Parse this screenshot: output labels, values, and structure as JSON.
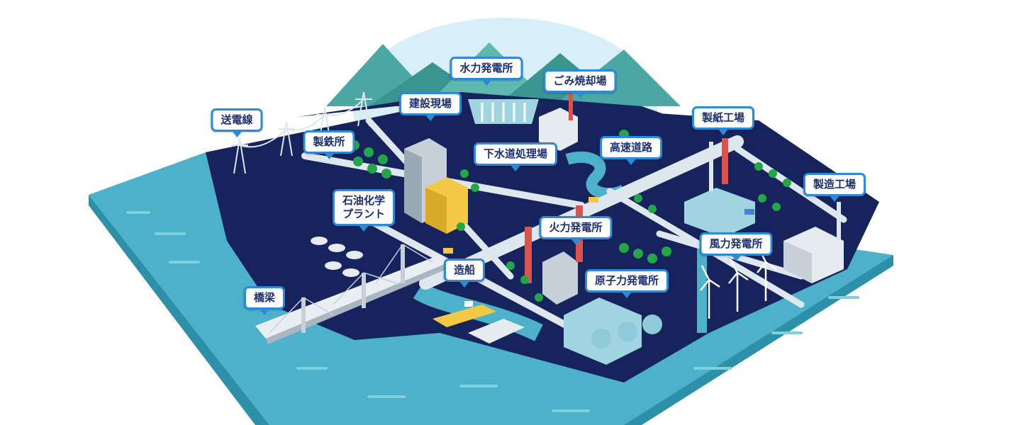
{
  "palette": {
    "sea": "#4cb1c9",
    "sea_dark": "#2e8fa8",
    "land": "#16235c",
    "road": "#dfe7ee",
    "mountain": "#4aa7a3",
    "sky": "#d8eef8",
    "tree": "#25a548",
    "label_border": "#2d8ad8",
    "label_text": "#1d2f6d"
  },
  "labels": {
    "hydro_power": "水力発電所",
    "waste_incineration": "ごみ焼却場",
    "construction_site": "建設現場",
    "transmission_line": "送電線",
    "steel_mill": "製鉄所",
    "sewage_plant": "下水道処理場",
    "expressway": "高速道路",
    "paper_mill": "製紙工場",
    "manufacturing_plant": "製造工場",
    "petrochemical_plant": "石油化学\nプラント",
    "thermal_power": "火力発電所",
    "wind_power": "風力発電所",
    "shipbuilding": "造船",
    "nuclear_power": "原子力発電所",
    "bridge": "橋梁"
  },
  "icons": {
    "mountain": "mountain-icon",
    "tree": "tree-icon",
    "pylon": "transmission-tower-icon",
    "chimney": "chimney-icon",
    "wind_turbine": "wind-turbine-icon",
    "ship": "ship-icon",
    "truck": "truck-icon",
    "building": "building-icon",
    "tank": "storage-tank-icon"
  }
}
